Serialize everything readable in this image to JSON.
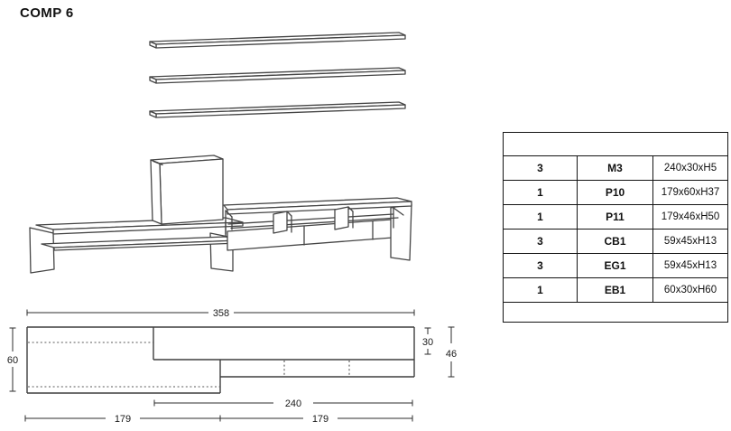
{
  "title": "COMP 6",
  "parts_table": {
    "rows": [
      {
        "qty": "3",
        "code": "M3",
        "size": "240x30xH5"
      },
      {
        "qty": "1",
        "code": "P10",
        "size": "179x60xH37"
      },
      {
        "qty": "1",
        "code": "P11",
        "size": "179x46xH50"
      },
      {
        "qty": "3",
        "code": "CB1",
        "size": "59x45xH13"
      },
      {
        "qty": "3",
        "code": "EG1",
        "size": "59x45xH13"
      },
      {
        "qty": "1",
        "code": "EB1",
        "size": "60x30xH60"
      }
    ]
  },
  "plan_dimensions": {
    "total_width": "358",
    "left_depth": "60",
    "shelf_depth": "30",
    "right_depth": "46",
    "shelf_width": "240",
    "left_width": "179",
    "right_width": "179"
  }
}
